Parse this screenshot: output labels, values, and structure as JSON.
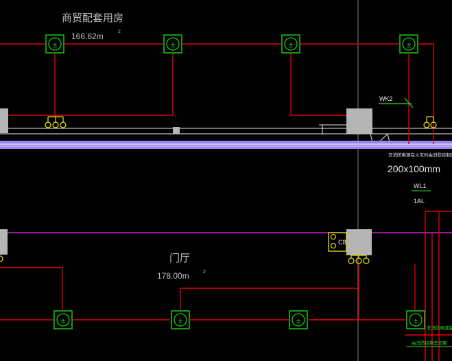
{
  "colors": {
    "background": "#000000",
    "wire": "#e00000",
    "outlet": "#19c919",
    "junction_box": "#b5b5b5",
    "text": "#bfbfbf",
    "band": "#9b86ee",
    "band_inner": "#d7ceff",
    "magenta_line": "#d21fd2",
    "yellow_fixture": "#e9e600",
    "white_line": "#e8e8e8",
    "green_text": "#30d630"
  },
  "rooms": {
    "upper_name": "商贸配套用房",
    "upper_area": "166.62m",
    "upper_area_sup": "2",
    "lower_name": "门厅",
    "lower_area": "178.00m",
    "lower_area_sup": "2"
  },
  "labels": {
    "circuit_wk2": "WK2",
    "note_right": "非消防电源在火灾时由消防控制室切断",
    "duct_size": "200x100mm",
    "circuit_wl1": "WL1",
    "panel_1al": "1AL",
    "panel_c8": "C8",
    "note_lower_right_1": "非消防电源在火灾时",
    "note_lower_right_2": "由消防控制室切断"
  },
  "symbols": {
    "outlet_glyph": "±"
  }
}
